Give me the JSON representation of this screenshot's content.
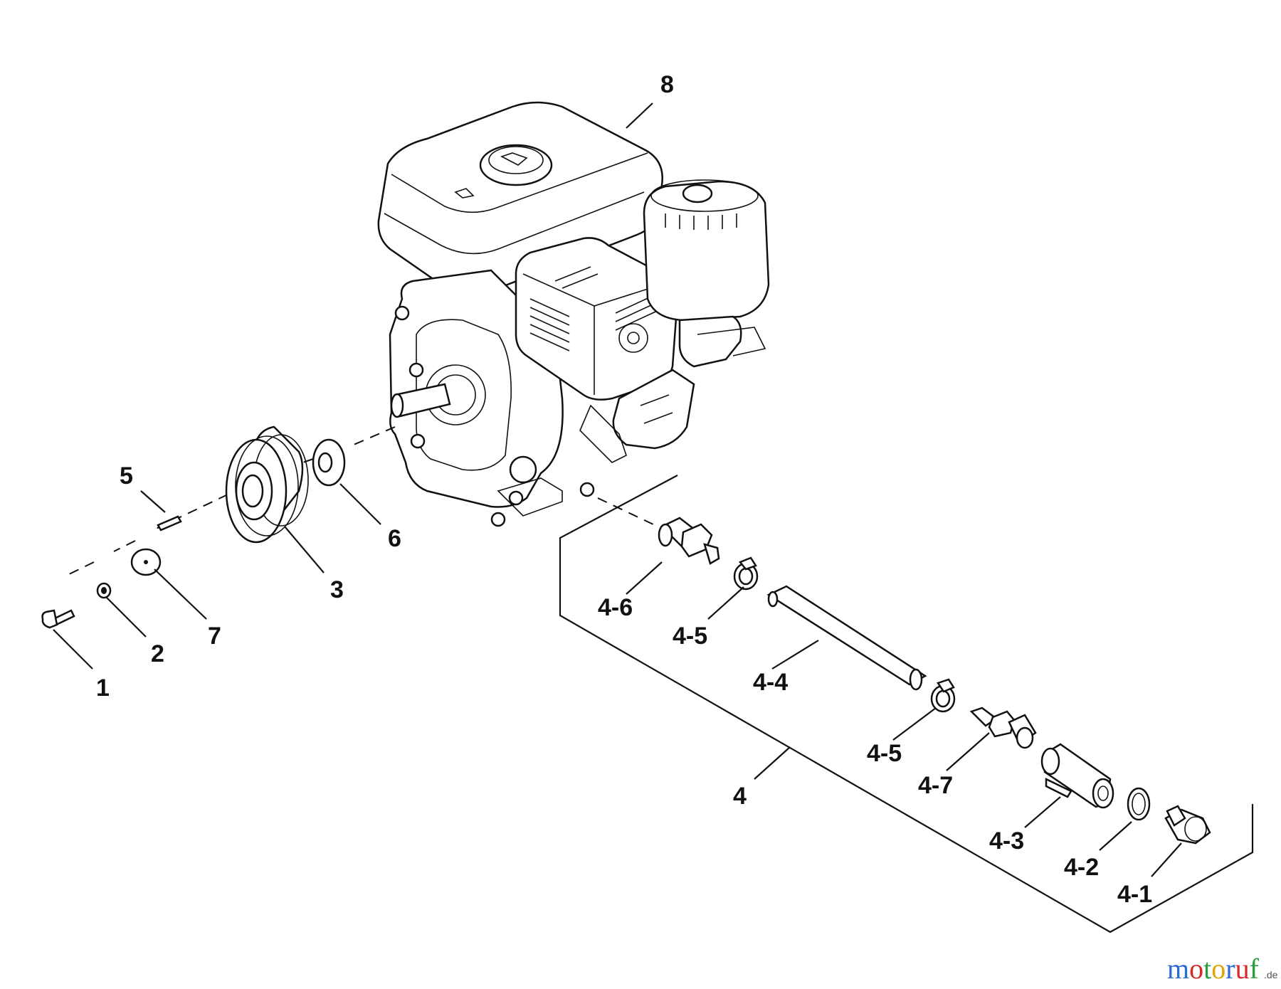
{
  "labels": {
    "p1": "1",
    "p2": "2",
    "p3": "3",
    "p4": "4",
    "p5": "5",
    "p6": "6",
    "p7": "7",
    "p8": "8",
    "p4_1": "4-1",
    "p4_2": "4-2",
    "p4_3": "4-3",
    "p4_4": "4-4",
    "p4_5a": "4-5",
    "p4_5b": "4-5",
    "p4_6": "4-6",
    "p4_7": "4-7"
  },
  "watermark": {
    "text": "motoruf",
    "suffix": ".de"
  },
  "colors": {
    "line": "#111111",
    "background": "#ffffff",
    "wm_m": "#2a6bd6",
    "wm_o1": "#d62a2a",
    "wm_t": "#2a9d3c",
    "wm_o2": "#e0a400",
    "wm_r": "#2a6bd6",
    "wm_u": "#d62a2a",
    "wm_f": "#2a9d3c"
  }
}
